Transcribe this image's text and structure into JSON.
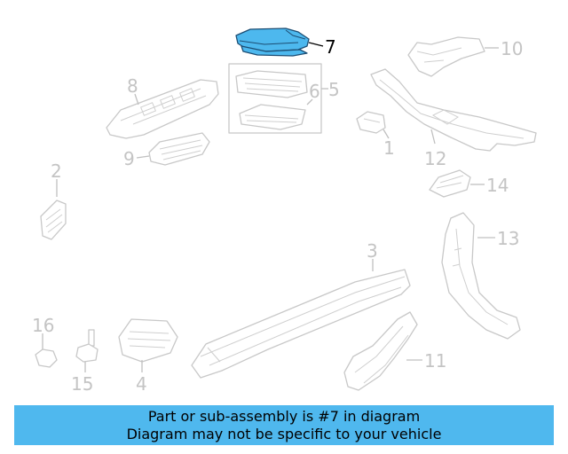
{
  "callouts": {
    "c1": "1",
    "c2": "2",
    "c3": "3",
    "c4": "4",
    "c5": "5",
    "c6": "6",
    "c7": "7",
    "c8": "8",
    "c9": "9",
    "c10": "10",
    "c11": "11",
    "c12": "12",
    "c13": "13",
    "c14": "14",
    "c15": "15",
    "c16": "16"
  },
  "highlighted_part": "7",
  "colors": {
    "highlight": "#4db8ee",
    "banner": "#4fb8ee",
    "line": "#c8c8c8"
  },
  "banner": {
    "line1": "Part or sub-assembly is #7 in diagram",
    "line2": "Diagram may not be specific to your vehicle"
  }
}
